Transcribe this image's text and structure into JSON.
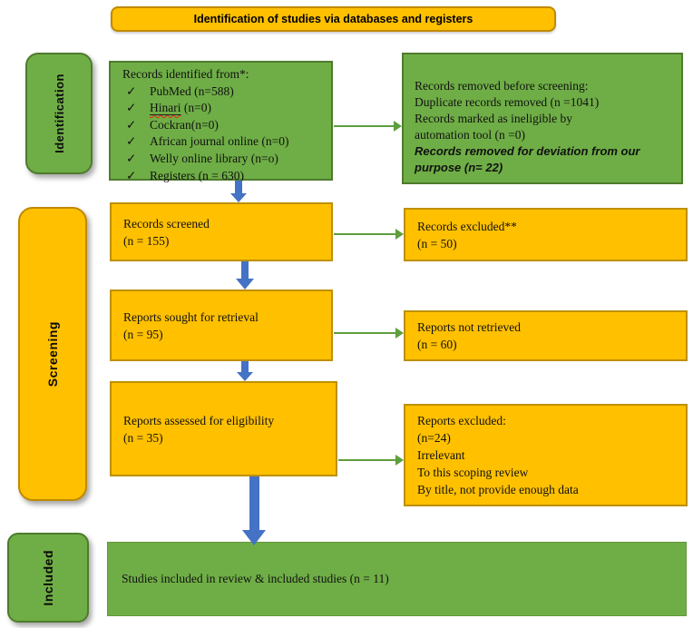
{
  "banner": {
    "label": "Identification of studies via databases and registers"
  },
  "stages": {
    "identification": "Identification",
    "screening": "Screening",
    "included": "Included"
  },
  "boxes": {
    "records_identified": {
      "title": "Records identified from*:",
      "check": "✓",
      "items": [
        {
          "text": "PubMed (n=588)"
        },
        {
          "underlined": "Hinari",
          "text": " (n=0)"
        },
        {
          "text": "Cockran(n=0)"
        },
        {
          "text": "African journal online (n=0)"
        },
        {
          "text": "Welly online library (n=o)"
        },
        {
          "text": "Registers (n = 630)"
        }
      ]
    },
    "records_removed": {
      "lines": [
        "Records removed before screening:",
        "Duplicate records removed (n =1041)",
        "Records marked as ineligible by",
        "automation tool (n =0)"
      ],
      "emphasis_lines": [
        "Records removed for deviation from our",
        "purpose (n= 22)"
      ]
    },
    "records_screened": {
      "line1": "Records screened",
      "line2": "(n = 155)"
    },
    "records_excluded": {
      "line1": "Records excluded**",
      "line2": "(n = 50)"
    },
    "reports_sought": {
      "line1": "Reports sought for retrieval",
      "line2": "(n = 95)"
    },
    "reports_not_retrieved": {
      "line1": "Reports not retrieved",
      "line2": "(n = 60)"
    },
    "reports_assessed": {
      "line1": "Reports assessed for eligibility",
      "line2": "(n = 35)"
    },
    "reports_excluded": {
      "lines": [
        "Reports excluded:",
        "(n=24)",
        "Irrelevant",
        "To this scoping review",
        "By title, not provide enough data"
      ]
    },
    "studies_included": {
      "text": "Studies included in review & included studies (n = 11)"
    }
  },
  "colors": {
    "green_box": "#6FAE46",
    "green_border": "#4E7B2D",
    "yellow_box": "#FFC000",
    "yellow_border": "#BF9000",
    "blue_arrow": "#4472C4",
    "green_arrow": "#5E9E3C",
    "spellcheck_underline": "#E8240C"
  }
}
